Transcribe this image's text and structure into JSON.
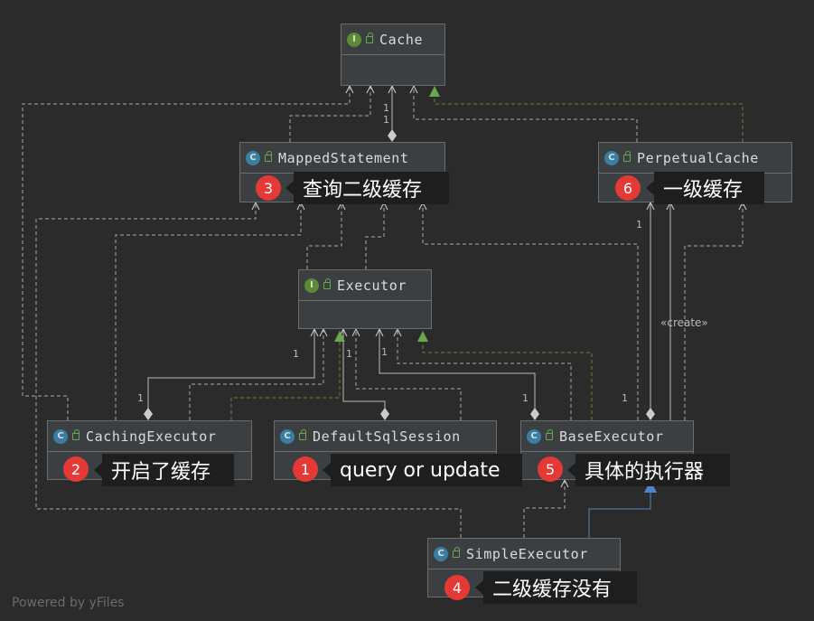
{
  "classes": {
    "cache": {
      "name": "Cache",
      "kind": "I"
    },
    "mapped_statement": {
      "name": "MappedStatement",
      "kind": "C"
    },
    "perpetual_cache": {
      "name": "PerpetualCache",
      "kind": "C"
    },
    "executor": {
      "name": "Executor",
      "kind": "I"
    },
    "caching_executor": {
      "name": "CachingExecutor",
      "kind": "C"
    },
    "default_sql_session": {
      "name": "DefaultSqlSession",
      "kind": "C"
    },
    "base_executor": {
      "name": "BaseExecutor",
      "kind": "C"
    },
    "simple_executor": {
      "name": "SimpleExecutor",
      "kind": "C"
    }
  },
  "notes": {
    "query": {
      "badge": "1",
      "text": "query or update"
    },
    "caching": {
      "badge": "2",
      "text": "开启了缓存"
    },
    "mapped": {
      "badge": "3",
      "text": "查询二级缓存"
    },
    "simple": {
      "badge": "4",
      "text": "二级缓存没有"
    },
    "base": {
      "badge": "5",
      "text": "具体的执行器"
    },
    "perpetual": {
      "badge": "6",
      "text": "一级缓存"
    }
  },
  "edge_labels": {
    "create": "«create»"
  },
  "multiplicity": "1",
  "watermark": "Powered by yFiles",
  "colors": {
    "background": "#2b2b2b",
    "class_fill": "#3c3f41",
    "dependency_line": "#a9a9a9",
    "realization_line": "#5e8a35",
    "inheritance_line": "#4a88c7",
    "badge": "#e53935"
  }
}
